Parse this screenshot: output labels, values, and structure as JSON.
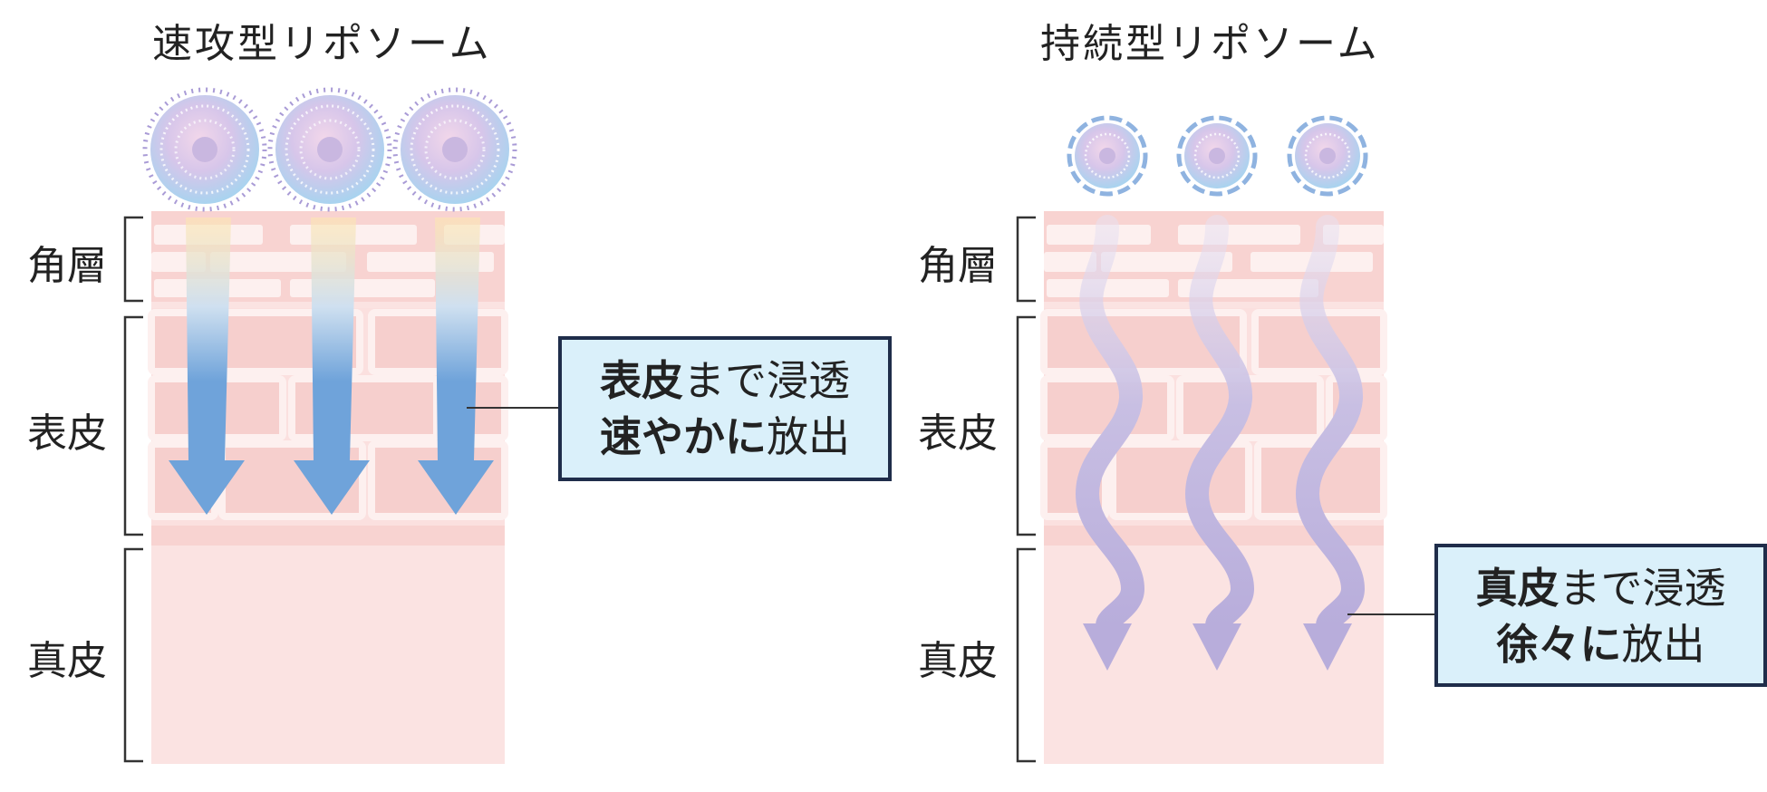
{
  "left_panel": {
    "title": "速攻型リポソーム",
    "layers": {
      "horny": "角層",
      "epidermis": "表皮",
      "dermis": "真皮"
    },
    "callout": {
      "line1_bold": "表皮",
      "line1_rest": "まで浸透",
      "line2_bold": "速やかに",
      "line2_rest": "放出"
    }
  },
  "right_panel": {
    "title": "持続型リポソーム",
    "layers": {
      "horny": "角層",
      "epidermis": "表皮",
      "dermis": "真皮"
    },
    "callout": {
      "line1_bold": "真皮",
      "line1_rest": "まで浸透",
      "line2_bold": "徐々に",
      "line2_rest": "放出"
    }
  },
  "colors": {
    "skin_light": "#fbe3e2",
    "skin_mid": "#f8d3d1",
    "arrow_blue": "#6fa3da",
    "arrow_purple": "#b8addb",
    "callout_fill": "#daf0fa",
    "callout_border": "#1f2d4a"
  }
}
